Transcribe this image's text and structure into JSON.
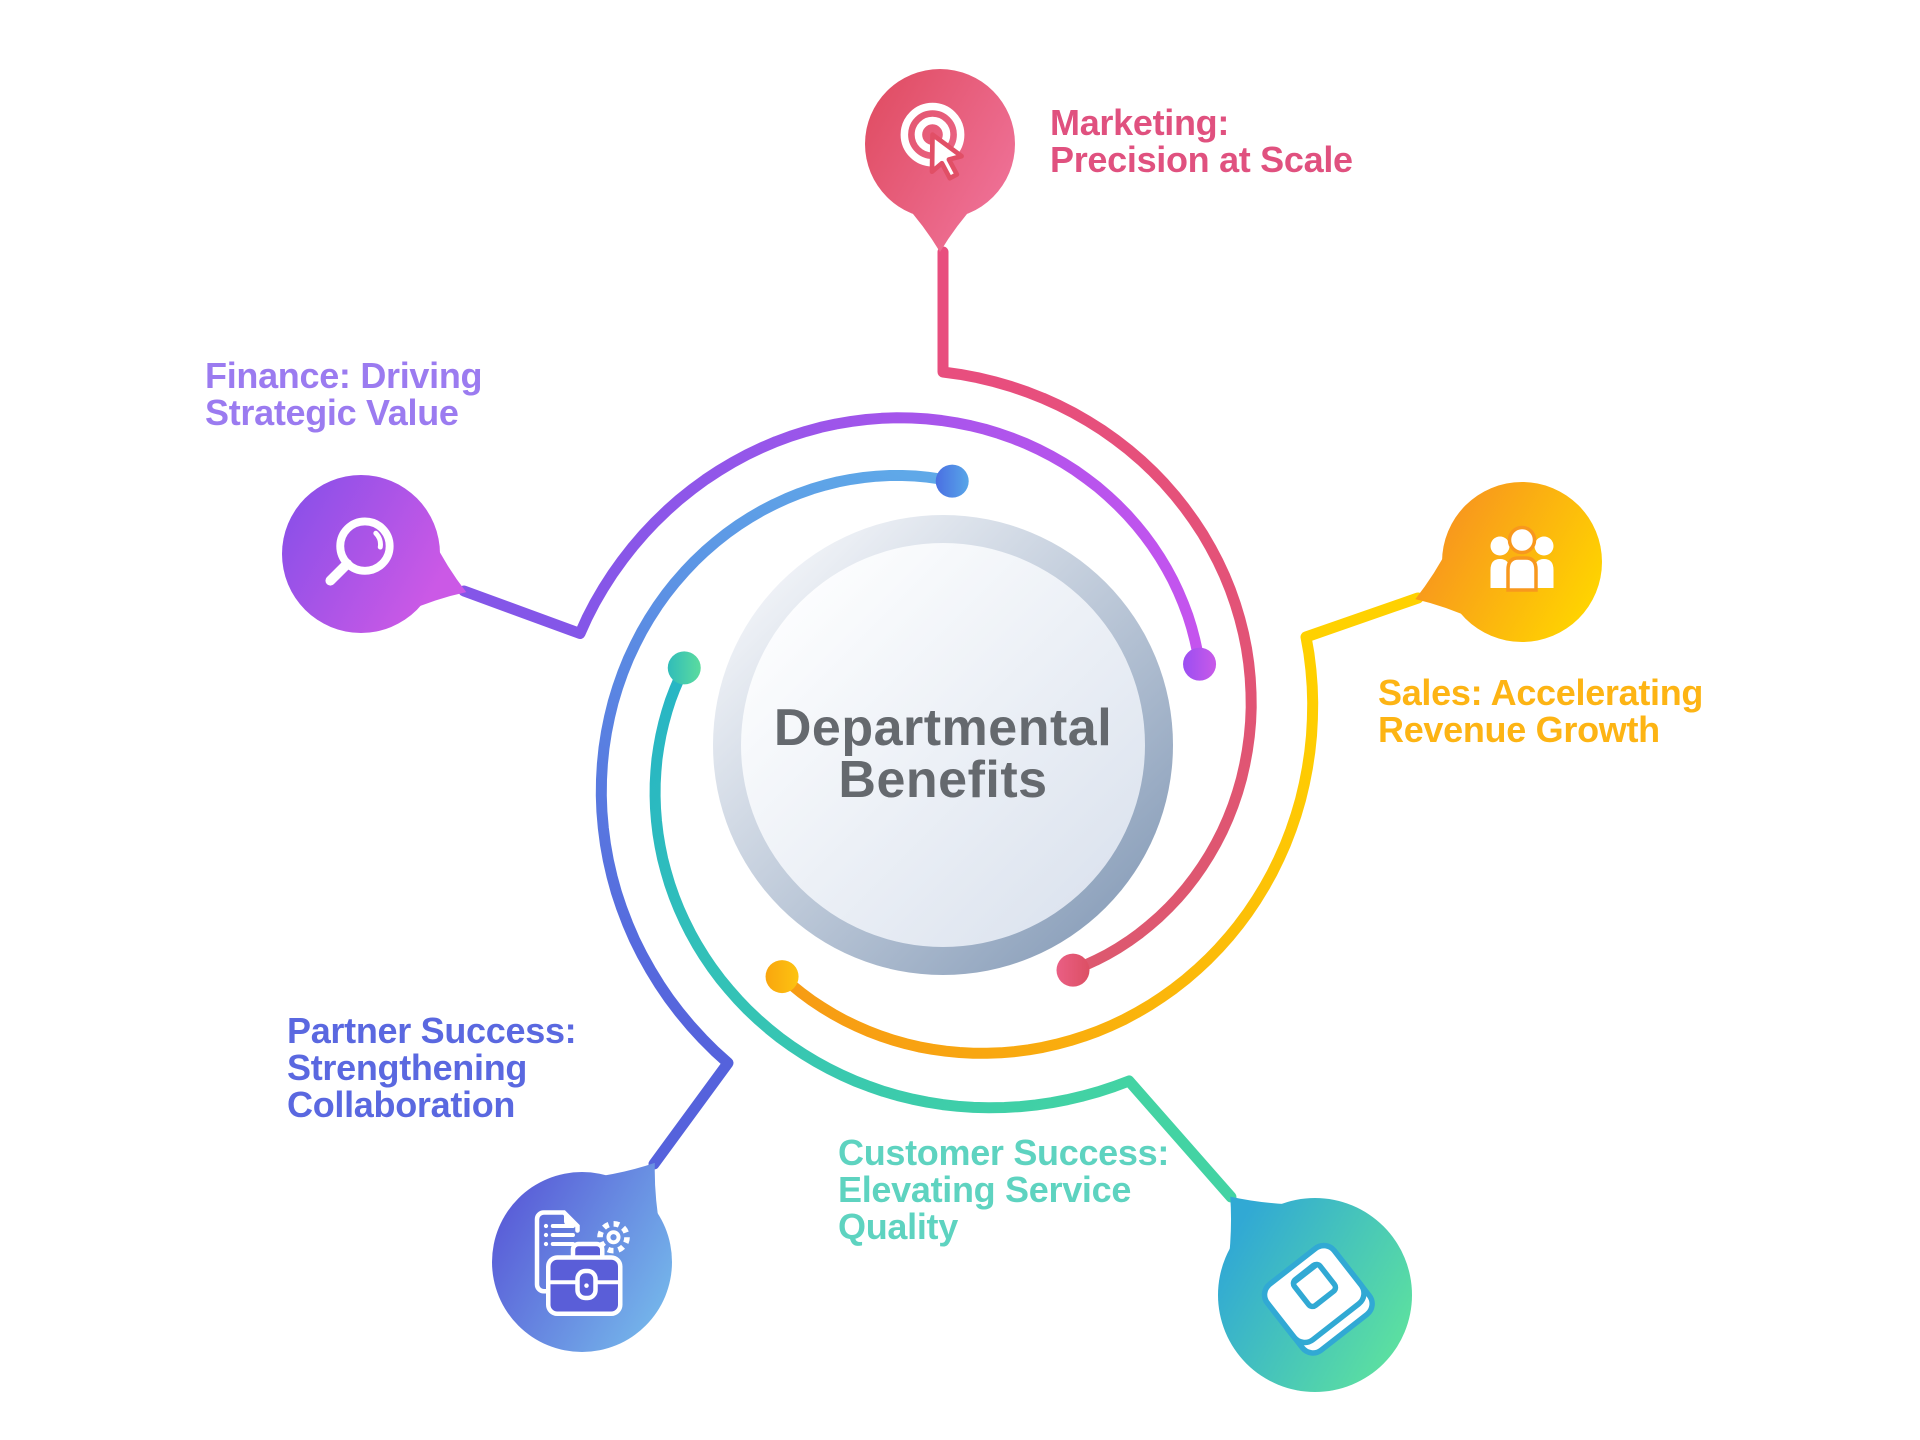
{
  "center": {
    "line1": "Departmental",
    "line2": "Benefits",
    "text_color": "#65696e",
    "outer_circle_colors": [
      "#eef1f6",
      "#8fa3bd"
    ],
    "inner_circle_colors": [
      "#fcfdfe",
      "#dde4ef"
    ]
  },
  "nodes": [
    {
      "id": "marketing",
      "label": "Marketing:\nPrecision at Scale",
      "text_color": "#e0517f",
      "icon": "target-click-icon",
      "balloon_gradient": [
        "#e14f66",
        "#ee6f94"
      ],
      "line_gradient": [
        "#e84e7e",
        "#dd586f"
      ],
      "dot_gradient": [
        "#ea5f85",
        "#dc4f63"
      ]
    },
    {
      "id": "sales",
      "label": "Sales: Accelerating\nRevenue Growth",
      "text_color": "#fdb414",
      "icon": "people-group-icon",
      "balloon_gradient": [
        "#f8981d",
        "#ffd400"
      ],
      "line_gradient": [
        "#ffd100",
        "#f79c14"
      ],
      "dot_gradient": [
        "#f9a50e",
        "#fdc411"
      ]
    },
    {
      "id": "customer-success",
      "label": "Customer Success:\nElevating Service\nQuality",
      "text_color": "#5ed3c0",
      "icon": "book-icon",
      "balloon_gradient": [
        "#31a9d4",
        "#5ce0a0"
      ],
      "line_gradient": [
        "#43d3a3",
        "#28b6c4"
      ],
      "dot_gradient": [
        "#30bcba",
        "#5cdc9e"
      ]
    },
    {
      "id": "partner-success",
      "label": "Partner Success:\nStrengthening\nCollaboration",
      "text_color": "#5a68e0",
      "icon": "briefcase-document-gear-icon",
      "balloon_gradient": [
        "#5a5ed8",
        "#74b4ea"
      ],
      "line_gradient": [
        "#5562dc",
        "#5fa9e8"
      ],
      "dot_gradient": [
        "#4a6ee2",
        "#58a7e8"
      ]
    },
    {
      "id": "finance",
      "label": "Finance: Driving\nStrategic Value",
      "text_color": "#9b7bf0",
      "icon": "magnifier-icon",
      "balloon_gradient": [
        "#8d50e8",
        "#cb59e6"
      ],
      "line_gradient": [
        "#8456e8",
        "#c554ee"
      ],
      "dot_gradient": [
        "#9a4ef2",
        "#c95ae8"
      ]
    }
  ]
}
